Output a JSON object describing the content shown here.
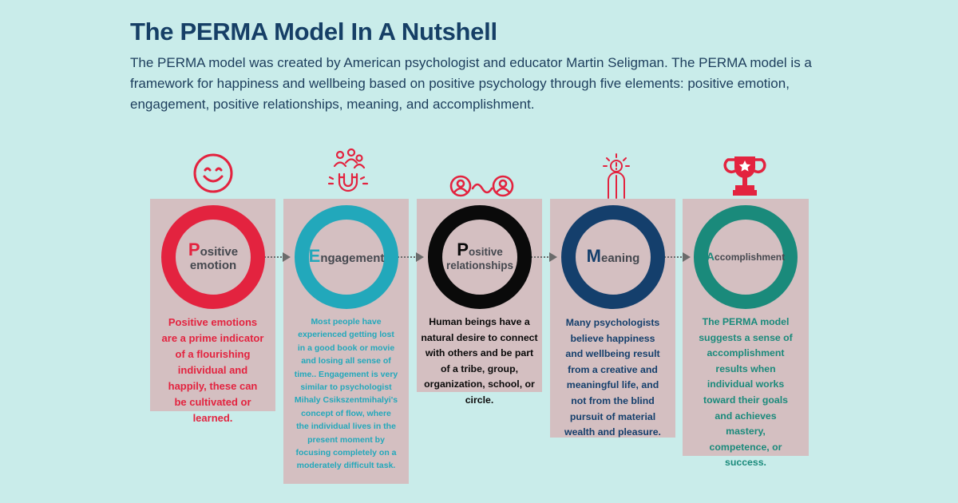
{
  "header": {
    "title": "The PERMA Model In A Nutshell",
    "subtitle": "The PERMA model was created by American psychologist and educator Martin Seligman. The PERMA model is a framework for happiness and wellbeing based on positive psychology through five elements: positive emotion, engagement, positive relationships, meaning, and accomplishment."
  },
  "elements": [
    {
      "key": "positive-emotion",
      "initial": "P",
      "label_rest_line1": "ositive",
      "label_line2": "emotion",
      "icon": "smiley-face-icon",
      "color": "#e3233f",
      "description": "Positive emotions are a prime indicator of a flourishing individual and happily, these can be cultivated or learned."
    },
    {
      "key": "engagement",
      "initial": "E",
      "label_rest_line1": "ngagement",
      "label_line2": "",
      "icon": "magnet-attracting-people-icon",
      "color": "#22a8bb",
      "description": "Most people have experienced getting lost in a good book or movie and losing all sense of time.. Engagement is very similar to psychologist Mihaly Csikszentmihalyi's concept of flow, where the individual lives in the present moment by focusing completely on a moderately difficult task."
    },
    {
      "key": "positive-relationships",
      "initial": "P",
      "label_rest_line1": "ositive",
      "label_line2": "relationships",
      "icon": "connected-people-icon",
      "color": "#0a0a0a",
      "description": "Human beings have a natural desire to connect with others and be part of a tribe, group, organization, school, or circle."
    },
    {
      "key": "meaning",
      "initial": "M",
      "label_rest_line1": "eaning",
      "label_line2": "",
      "icon": "person-lightbulb-icon",
      "color": "#143f6c",
      "description": "Many psychologists believe happiness and wellbeing result from a creative and meaningful life, and not from the blind pursuit of material wealth and pleasure."
    },
    {
      "key": "accomplishment",
      "initial": "A",
      "label_rest_line1": "ccomplishment",
      "label_line2": "",
      "icon": "trophy-icon",
      "color": "#1a8a7b",
      "description": "The PERMA model suggests a sense of accomplishment results when individual works toward their goals and achieves mastery, competence, or success."
    }
  ]
}
